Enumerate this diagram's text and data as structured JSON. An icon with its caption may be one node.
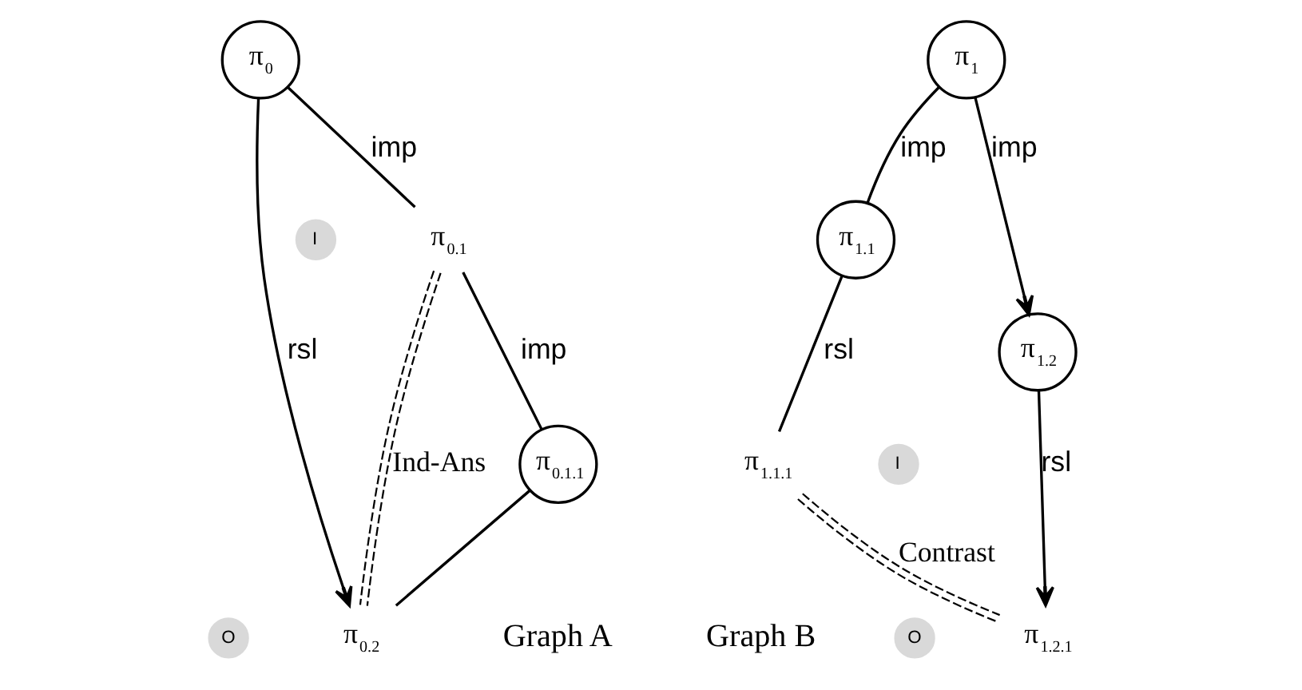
{
  "diagram": {
    "nodes": [
      {
        "text": [
          "π$_{0}$"
        ]
      },
      {
        "text": [
          "π$_{0.1}$"
        ]
      },
      {
        "text": [
          "π$_{0.1.1}$"
        ]
      },
      {
        "text": [
          "π$_{0.2}$"
        ]
      },
      {
        "text": [
          "I"
        ]
      },
      {
        "text": [
          "O"
        ]
      },
      {
        "text": [
          "π$_{1}$"
        ]
      },
      {
        "text": [
          "π$_{1.1}$"
        ]
      },
      {
        "text": [
          "π$_{1.2}$"
        ]
      },
      {
        "text": [
          "π$_{1.1.1}$"
        ]
      },
      {
        "text": [
          "π$_{1.2.1}$"
        ]
      },
      {
        "text": [
          "I"
        ]
      },
      {
        "text": [
          "O"
        ]
      }
    ],
    "edges": [
      {
        "from": 0,
        "to": 1,
        "arrow": "none",
        "label": "imp"
      },
      {
        "from": 0,
        "to": 3,
        "arrow": "to",
        "label": "rsl"
      },
      {
        "from": 1,
        "to": 2,
        "arrow": "none",
        "label": "imp"
      },
      {
        "from": 1,
        "to": 3,
        "arrow": "none",
        "style": "dashed",
        "label": "Ind-Ans"
      },
      {
        "from": 2,
        "to": 3,
        "arrow": "none"
      },
      {
        "from": 6,
        "to": 7,
        "arrow": "none",
        "label": "imp"
      },
      {
        "from": 6,
        "to": 8,
        "arrow": "to",
        "label": "imp"
      },
      {
        "from": 7,
        "to": 9,
        "arrow": "none",
        "label": "rsl"
      },
      {
        "from": 8,
        "to": 10,
        "arrow": "to",
        "label": "rsl"
      },
      {
        "from": 9,
        "to": 10,
        "arrow": "none",
        "style": "dashed",
        "label": "Contrast"
      }
    ],
    "labels": [
      "Graph A",
      "Graph B"
    ]
  }
}
